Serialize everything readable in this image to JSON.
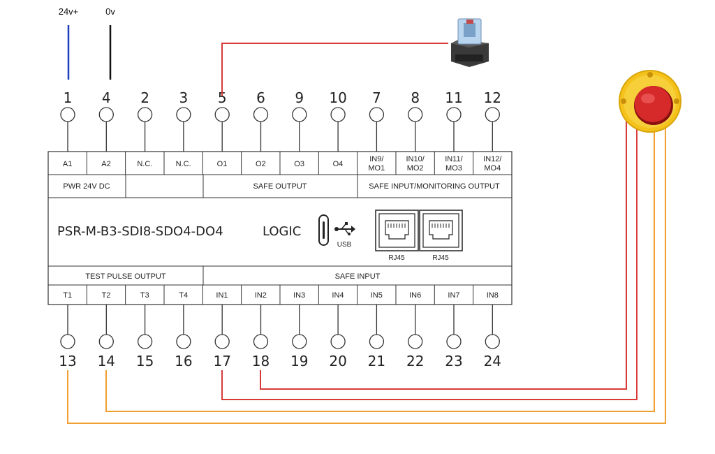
{
  "supply": {
    "plus_label": "24v+",
    "zero_label": "0v",
    "plus_color": "#1f3fbf",
    "zero_color": "#111111"
  },
  "module": {
    "model": "PSR-M-B3-SDI8-SDO4-DO4",
    "logic_label": "LOGIC",
    "usb_label": "USB",
    "rj45_labels": [
      "RJ45",
      "RJ45"
    ],
    "top_sections": [
      "PWR 24V DC",
      "",
      "SAFE OUTPUT",
      "SAFE INPUT/MONITORING OUTPUT"
    ],
    "bottom_sections": [
      "TEST PULSE OUTPUT",
      "SAFE INPUT"
    ]
  },
  "top_terminals": [
    {
      "number": "1",
      "line1": "A1",
      "line2": ""
    },
    {
      "number": "4",
      "line1": "A2",
      "line2": ""
    },
    {
      "number": "2",
      "line1": "N.C.",
      "line2": ""
    },
    {
      "number": "3",
      "line1": "N.C.",
      "line2": ""
    },
    {
      "number": "5",
      "line1": "O1",
      "line2": ""
    },
    {
      "number": "6",
      "line1": "O2",
      "line2": ""
    },
    {
      "number": "9",
      "line1": "O3",
      "line2": ""
    },
    {
      "number": "10",
      "line1": "O4",
      "line2": ""
    },
    {
      "number": "7",
      "line1": "IN9/",
      "line2": "MO1"
    },
    {
      "number": "8",
      "line1": "IN10/",
      "line2": "MO2"
    },
    {
      "number": "11",
      "line1": "IN11/",
      "line2": "MO3"
    },
    {
      "number": "12",
      "line1": "IN12/",
      "line2": "MO4"
    }
  ],
  "bottom_terminals": [
    {
      "number": "13",
      "label": "T1"
    },
    {
      "number": "14",
      "label": "T2"
    },
    {
      "number": "15",
      "label": "T3"
    },
    {
      "number": "16",
      "label": "T4"
    },
    {
      "number": "17",
      "label": "IN1"
    },
    {
      "number": "18",
      "label": "IN2"
    },
    {
      "number": "19",
      "label": "IN3"
    },
    {
      "number": "20",
      "label": "IN4"
    },
    {
      "number": "21",
      "label": "IN5"
    },
    {
      "number": "22",
      "label": "IN6"
    },
    {
      "number": "23",
      "label": "IN7"
    },
    {
      "number": "24",
      "label": "IN8"
    }
  ],
  "devices": {
    "relay_icon": "relay-icon",
    "estop_icon": "emergency-stop-icon"
  },
  "wire_colors": {
    "red": "#d83a3a",
    "orange": "#f0a030"
  }
}
